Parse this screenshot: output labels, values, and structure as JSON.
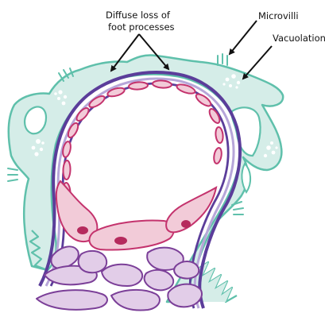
{
  "labels": {
    "foot_processes_line1": "Diffuse loss of",
    "foot_processes_line2": "foot processes",
    "microvilli": "Microvilli",
    "vacuolation": "Vacuolation"
  },
  "colors": {
    "podocyte_fill": "#d5ede8",
    "podocyte_stroke": "#5fc0ab",
    "gbm_outer": "#5b3d9a",
    "gbm_inner": "#b7a6d9",
    "endothelium_fill": "#f2cbd8",
    "endothelium_stroke": "#c4336d",
    "nucleus": "#b52a5d",
    "mesangium_fill": "#e2cde8",
    "mesangium_stroke": "#7b3f98",
    "vacuole": "#ffffff",
    "arrow": "#111111"
  }
}
